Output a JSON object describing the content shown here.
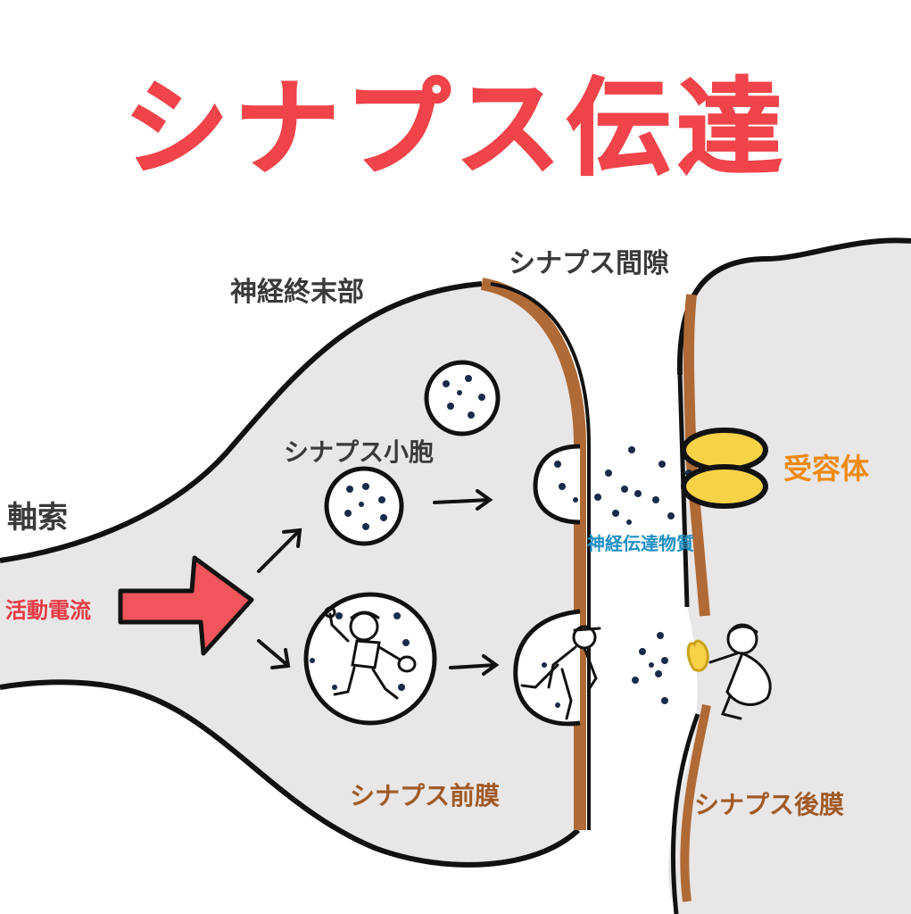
{
  "title": "シナプス伝達",
  "labels": {
    "axon": "軸索",
    "action_current": "活動電流",
    "nerve_terminal": "神経終末部",
    "synaptic_cleft": "シナプス間隙",
    "synaptic_vesicle": "シナプス小胞",
    "receptor": "受容体",
    "neurotransmitter": "神経伝達物質",
    "presynaptic_membrane": "シナプス前膜",
    "postsynaptic_membrane": "シナプス後膜"
  },
  "colors": {
    "title": "#f0444a",
    "cell_fill": "#e9e6e7",
    "membrane": "#b06a35",
    "outline": "#111111",
    "receptor": "#f7d247",
    "arrow": "#f0555b",
    "dark_label": "#3a3a3a",
    "red_label": "#e83a44",
    "orange_label": "#ee8a12",
    "blue_label": "#1f8fc2",
    "brown_label": "#a05a26"
  }
}
